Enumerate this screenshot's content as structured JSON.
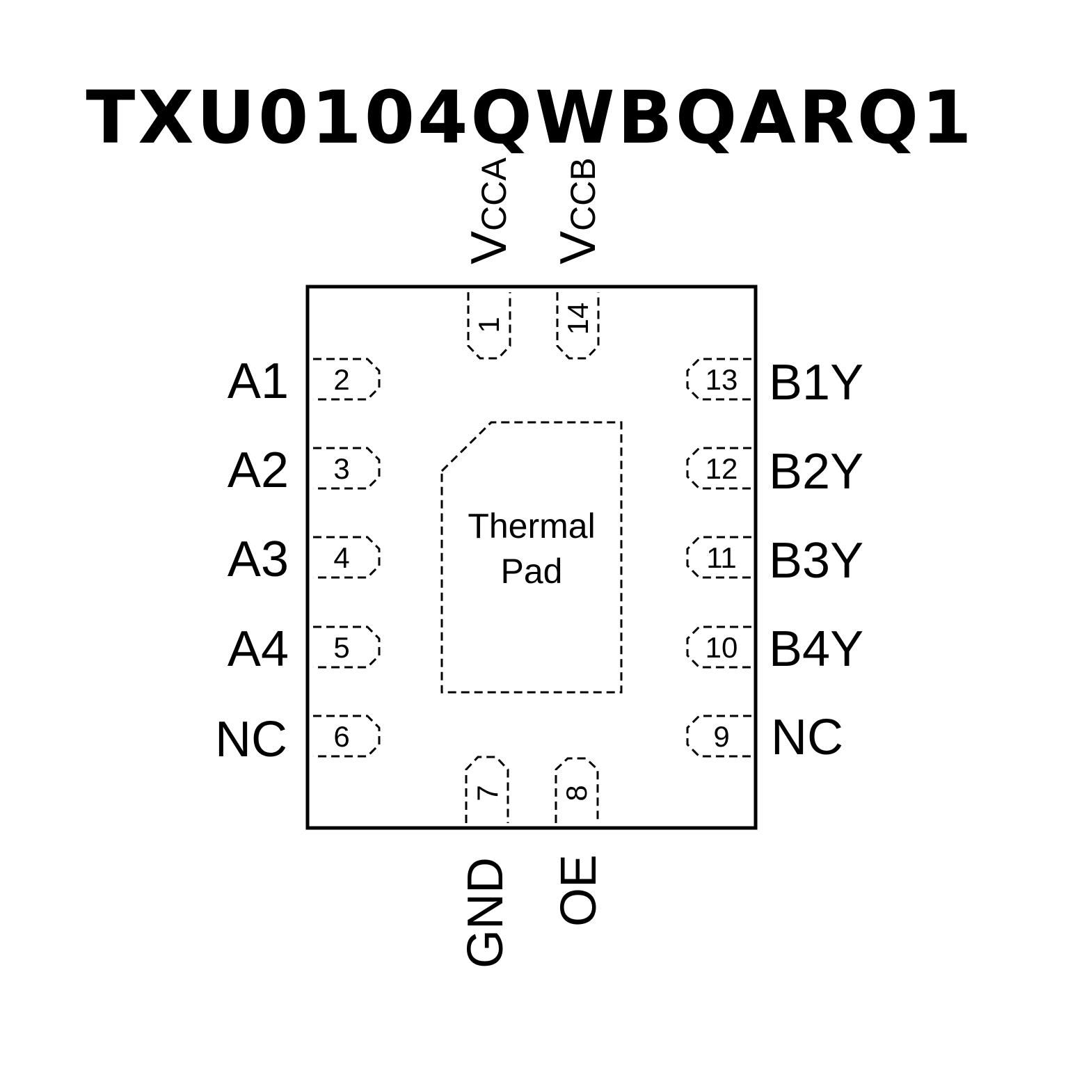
{
  "title": "TXU0104QWBQARQ1",
  "thermal_pad": {
    "line1": "Thermal",
    "line2": "Pad"
  },
  "left_pins": [
    {
      "num": "2",
      "name": "A1"
    },
    {
      "num": "3",
      "name": "A2"
    },
    {
      "num": "4",
      "name": "A3"
    },
    {
      "num": "5",
      "name": "A4"
    },
    {
      "num": "6",
      "name": "NC"
    }
  ],
  "right_pins": [
    {
      "num": "13",
      "name": "B1Y"
    },
    {
      "num": "12",
      "name": "B2Y"
    },
    {
      "num": "11",
      "name": "B3Y"
    },
    {
      "num": "10",
      "name": "B4Y"
    },
    {
      "num": "9",
      "name": "NC"
    }
  ],
  "top_pins": [
    {
      "num": "1",
      "name_main": "V",
      "name_sub": "CCA"
    },
    {
      "num": "14",
      "name_main": "V",
      "name_sub": "CCB"
    }
  ],
  "bottom_pins": [
    {
      "num": "7",
      "name": "GND"
    },
    {
      "num": "8",
      "name": "OE"
    }
  ]
}
